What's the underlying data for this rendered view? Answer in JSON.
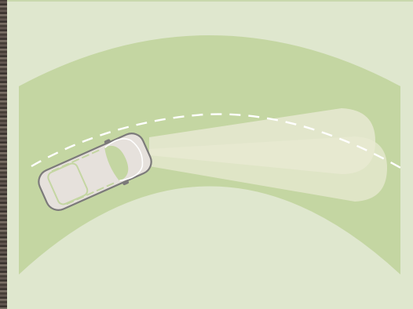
{
  "illustration": {
    "colors": {
      "background": "#dfe7ce",
      "road": "#c4d6a2",
      "beam": "#e8e9d2",
      "lane_line": "#ffffff",
      "car_body": "#e6e1dc",
      "car_outline": "#7c7a7a",
      "car_window": "#c4d6a2"
    },
    "icons": [
      "road",
      "headlight-beam",
      "car-top-view",
      "lane-marking"
    ]
  }
}
